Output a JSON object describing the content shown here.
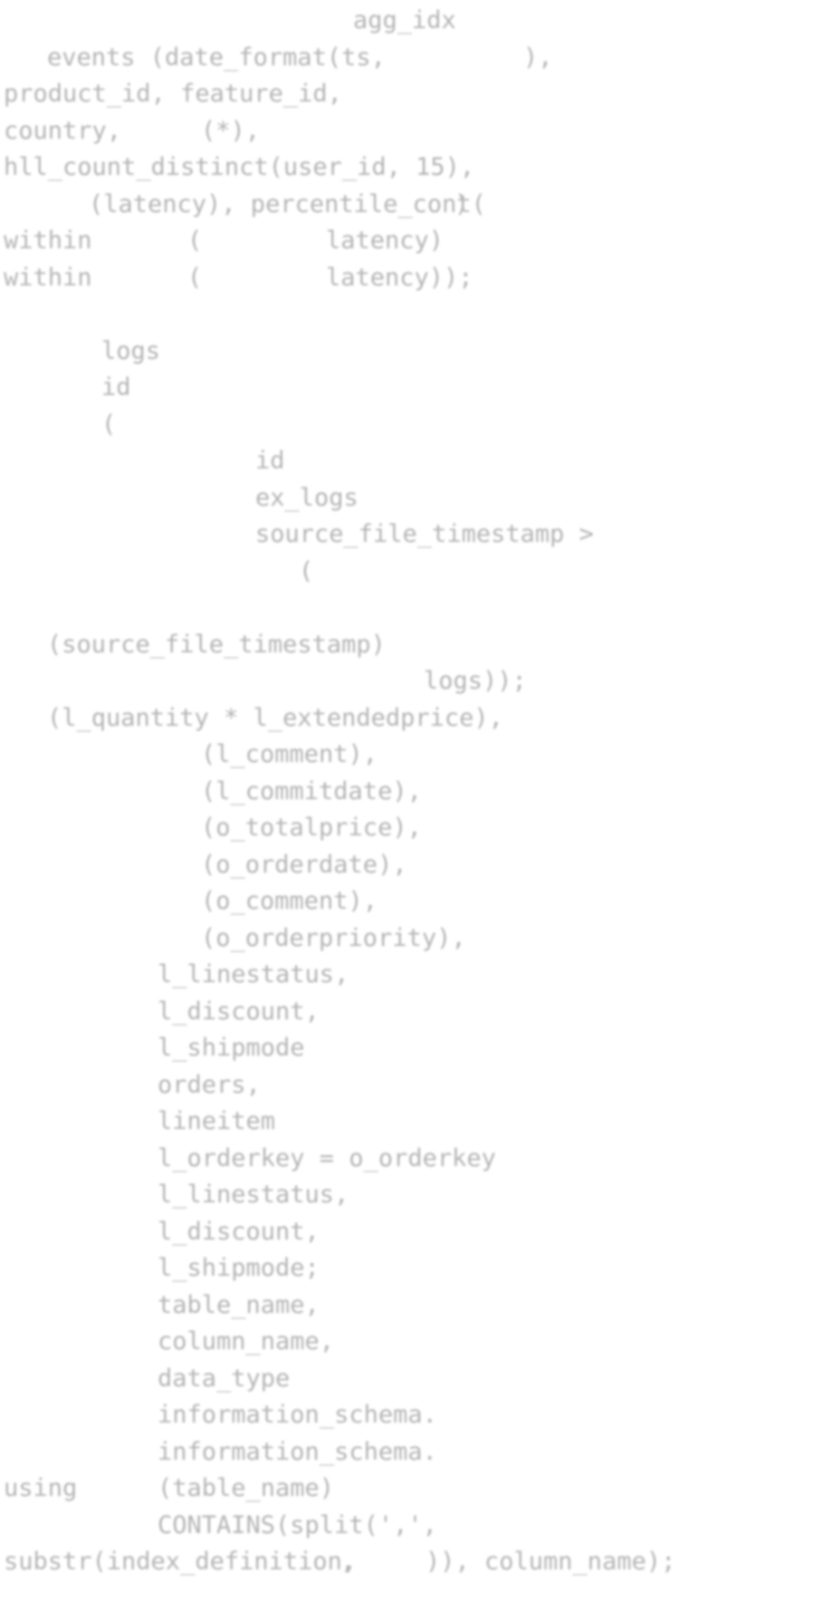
{
  "code_lines": [
    {
      "fragments": [
        "agg_idx"
      ]
    },
    {
      "fragments": [
        "events (date_format(ts,",
        "),"
      ]
    },
    {
      "fragments": [
        "product_id, feature_id,"
      ]
    },
    {
      "fragments": [
        "country,",
        "(*),"
      ]
    },
    {
      "fragments": [
        "hll_count_distinct(user_id, 15),"
      ]
    },
    {
      "fragments": [
        "(latency), percentile_cont(",
        ")"
      ]
    },
    {
      "fragments": [
        "within",
        "(",
        "latency)"
      ]
    },
    {
      "fragments": [
        "within",
        "(",
        "latency));"
      ]
    },
    {
      "fragments": []
    },
    {
      "fragments": [
        "logs"
      ]
    },
    {
      "fragments": [
        "id"
      ]
    },
    {
      "fragments": [
        "("
      ]
    },
    {
      "fragments": [
        "id"
      ]
    },
    {
      "fragments": [
        "ex_logs"
      ]
    },
    {
      "fragments": [
        "source_file_timestamp >"
      ]
    },
    {
      "fragments": [
        "("
      ]
    },
    {
      "fragments": []
    },
    {
      "fragments": [
        "(source_file_timestamp)"
      ]
    },
    {
      "fragments": [
        "logs));"
      ]
    },
    {
      "fragments": [
        "(l_quantity * l_extendedprice),"
      ]
    },
    {
      "fragments": [
        "(l_comment),"
      ]
    },
    {
      "fragments": [
        "(l_commitdate),"
      ]
    },
    {
      "fragments": [
        "(o_totalprice),"
      ]
    },
    {
      "fragments": [
        "(o_orderdate),"
      ]
    },
    {
      "fragments": [
        "(o_comment),"
      ]
    },
    {
      "fragments": [
        "(o_orderpriority),"
      ]
    },
    {
      "fragments": [
        "l_linestatus,"
      ]
    },
    {
      "fragments": [
        "l_discount,"
      ]
    },
    {
      "fragments": [
        "l_shipmode"
      ]
    },
    {
      "fragments": [
        "orders,"
      ]
    },
    {
      "fragments": [
        "lineitem"
      ]
    },
    {
      "fragments": [
        "l_orderkey = o_orderkey"
      ]
    },
    {
      "fragments": [
        "l_linestatus,"
      ]
    },
    {
      "fragments": [
        "l_discount,"
      ]
    },
    {
      "fragments": [
        "l_shipmode;"
      ]
    },
    {
      "fragments": [
        "table_name,"
      ]
    },
    {
      "fragments": [
        "column_name,"
      ]
    },
    {
      "fragments": [
        "data_type"
      ]
    },
    {
      "fragments": [
        "information_schema."
      ]
    },
    {
      "fragments": [
        "information_schema."
      ]
    },
    {
      "fragments": [
        "using",
        "(table_name)"
      ]
    },
    {
      "fragments": [
        "CONTAINS(split(',',"
      ]
    },
    {
      "fragments": [
        "substr(index_definition,",
        ",",
        ")), column_name);"
      ]
    }
  ],
  "colors": {
    "text": "#b4b4b4",
    "background": "#ffffff"
  }
}
